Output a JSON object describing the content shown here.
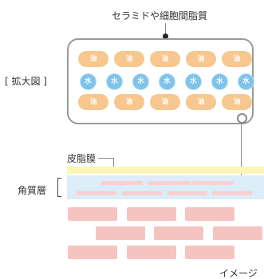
{
  "labels": {
    "top": "セラミドや細胞間脂質",
    "magnified": "[ 拡大図 ]",
    "sebum_film": "皮脂膜",
    "stratum_corneum": "角質層",
    "note": "イメージ"
  },
  "glyphs": {
    "oil": "油",
    "water": "水"
  },
  "rows": [
    [
      "oil",
      "oil",
      "oil",
      "oil",
      "oil"
    ],
    [
      "water",
      "water",
      "water",
      "water",
      "water",
      "water",
      "water"
    ],
    [
      "oil",
      "oil",
      "oil",
      "oil",
      "oil"
    ]
  ],
  "colors": {
    "oil": "#f6c78e",
    "water": "#7ec3ea",
    "sebum_film": "#fbf5b6",
    "stratum_corneum": "#dcecf8",
    "brick": "#f6c4c0",
    "frame": "#9a9a9a"
  }
}
